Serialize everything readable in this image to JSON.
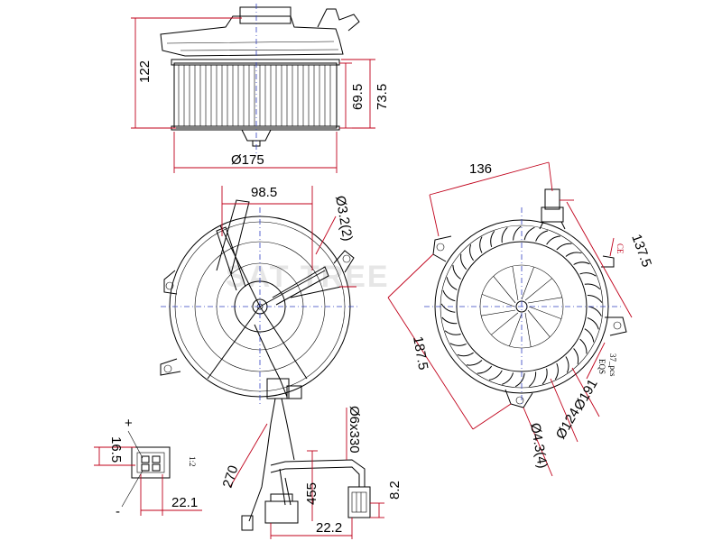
{
  "colors": {
    "dimension_line": "#c0001a",
    "center_line": "#3040c0",
    "outline": "#000000"
  },
  "watermark": "SAT TREE",
  "dimensions": {
    "top_height_total": "122",
    "top_height_wheel": "69.5",
    "top_height_housing": "73.5",
    "top_diameter": "Ø175",
    "front_width": "98.5",
    "front_hole": "Ø3.2(2)",
    "connector_height": "16.5",
    "connector_width": "22.1",
    "connector_plus": "+",
    "connector_minus": "-",
    "connector_scale": "1:2",
    "wire_length": "270",
    "wire_spec": "Ø6x330",
    "wire_lead": "455",
    "plug_width": "22.2",
    "plug_height": "8.2",
    "rear_width": "136",
    "rear_height": "137.5",
    "rear_span": "187.5",
    "rear_outer": "Ø191",
    "rear_inner": "Ø124",
    "rear_holes": "Ø4.3(4)",
    "blade_count": "37_pcs",
    "blade_eqs": "EQS",
    "rotation_mark": "CE"
  }
}
